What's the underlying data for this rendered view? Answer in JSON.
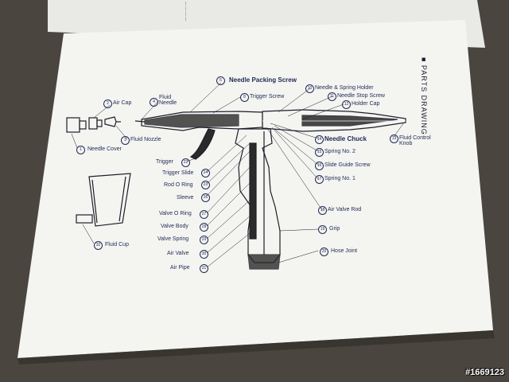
{
  "section_title": "■ PARTS DRAWING",
  "watermark": "#1669123",
  "labels": {
    "needle_packing_screw": "Needle Packing Screw",
    "trigger_screw": "Trigger Screw",
    "needle_spring_holder": "Needle & Spring Holder",
    "needle_stop_screw": "Needle Stop Screw",
    "holder_cap": "Holder Cap",
    "air_cap": "Air Cap",
    "fluid_needle": "Fluid\nNeedle",
    "fluid_nozzle": "Fluid Nozzle",
    "needle_cover": "Needle Cover",
    "fluid_control_knob": "Fluid Control\nKnob",
    "needle_chuck": "Needle Chuck",
    "spring_no2": "Spring No. 2",
    "slide_guide_screw": "Slide Guide Screw",
    "spring_no1": "Spring No. 1",
    "air_valve_rod": "Air Valve Rod",
    "trigger": "Trigger",
    "trigger_slide": "Trigger Slide",
    "rod_o_ring": "Rod O Ring",
    "sleeve": "Sleeve",
    "valve_o_ring": "Valve O Ring",
    "valve_body": "Valve Body",
    "valve_spring": "Valve Spring",
    "air_valve": "Air Valve",
    "air_pipe": "Air Pipe",
    "grip": "Grip",
    "hose_joint": "Hose Joint",
    "fluid_cup": "Fluid Cup"
  }
}
